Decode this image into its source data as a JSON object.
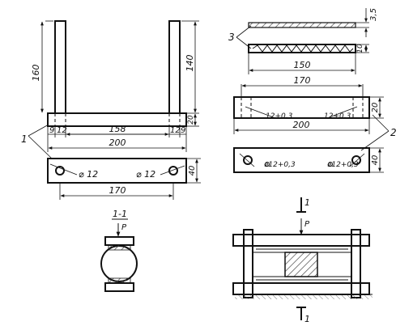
{
  "left_assembly": {
    "dims": {
      "h160": "160",
      "h140": "140",
      "h20": "20",
      "w9_left": "9",
      "w12_left": "12",
      "w158": "158",
      "w12_right": "12",
      "w9_right": "9",
      "w200": "200",
      "h40": "40",
      "w170": "170"
    },
    "hole_left": "⌀ 12",
    "hole_right": "⌀ 12",
    "callout": "1"
  },
  "right_assembly": {
    "dims": {
      "h35": "3,5",
      "h10": "10",
      "w150": "150",
      "w170": "170",
      "h20": "20",
      "w200": "200",
      "h40": "40"
    },
    "hole_left_top": "12+0,3",
    "hole_right_top": "12+0,3",
    "hole_left_bottom": "⌀12+0,3",
    "hole_right_bottom": "⌀12+0,3",
    "callout_3": "3",
    "callout_2": "2"
  },
  "section_view": {
    "title": "1-1",
    "load": "P"
  },
  "front_view": {
    "section_mark_top": "1",
    "section_mark_bottom": "1",
    "load": "P"
  }
}
